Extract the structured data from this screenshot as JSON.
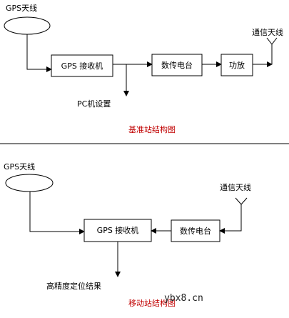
{
  "base_station": {
    "gps_antenna_label": "GPS天线",
    "gps_receiver_label": "GPS 接收机",
    "digital_radio_label": "数传电台",
    "amplifier_label": "功放",
    "comm_antenna_label": "通信天线",
    "pc_setup_label": "PC机设置",
    "caption": "基准站结构图"
  },
  "rover_station": {
    "gps_antenna_label": "GPS天线",
    "comm_antenna_label": "通信天线",
    "gps_receiver_label": "GPS 接收机",
    "digital_radio_label": "数传电台",
    "output_label": "高精度定位结果",
    "caption": "移动站结构图"
  },
  "watermark": "ybx8.cn"
}
